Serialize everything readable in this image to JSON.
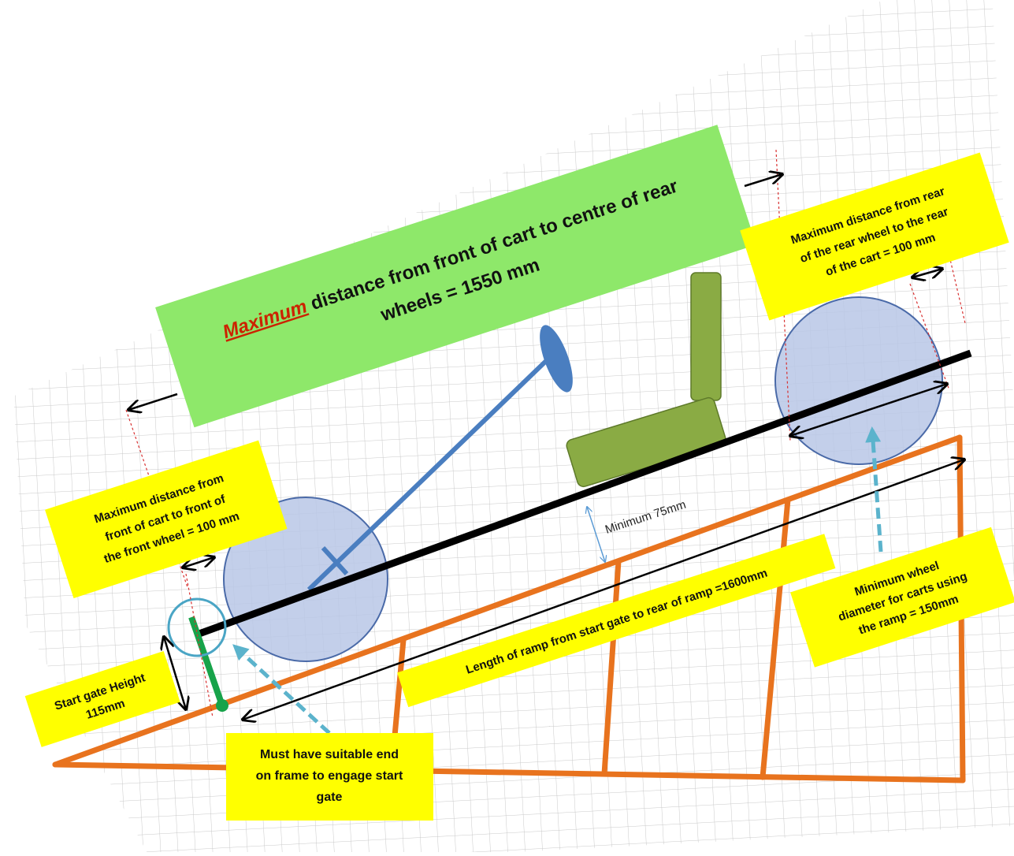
{
  "labels": {
    "banner_emphasis": "Maximum",
    "banner_line1_rest": " distance from front of cart to centre of rear",
    "banner_line2": "wheels = 1550 mm",
    "rear_clearance": [
      "Maximum distance from rear",
      "of the rear wheel to the rear",
      "of the cart = 100 mm"
    ],
    "front_clearance": [
      "Maximum distance from",
      "front of cart to front of",
      "the front wheel = 100 mm"
    ],
    "min_height": "Minimum 75mm",
    "ramp_length": "Length of ramp from start gate to rear of ramp =1600mm",
    "min_wheel": [
      "Minimum wheel",
      "diameter for carts using",
      "the ramp = 150mm"
    ],
    "start_gate": [
      "Start gate Height",
      "115mm"
    ],
    "frame_end": [
      "Must have suitable end",
      "on frame to engage start",
      "gate"
    ]
  },
  "colors": {
    "banner_fill": "#8ee86a",
    "callout_fill": "#ffff00",
    "ramp": "#e8731e",
    "wheel_fill": "#b8c7e6",
    "wheel_stroke": "#4a6aa8",
    "frame": "#000000",
    "steering": "#4a7ec0",
    "seat": "#8aab44",
    "start_gate": "#17a34a",
    "pointer": "#5bb3cc"
  }
}
